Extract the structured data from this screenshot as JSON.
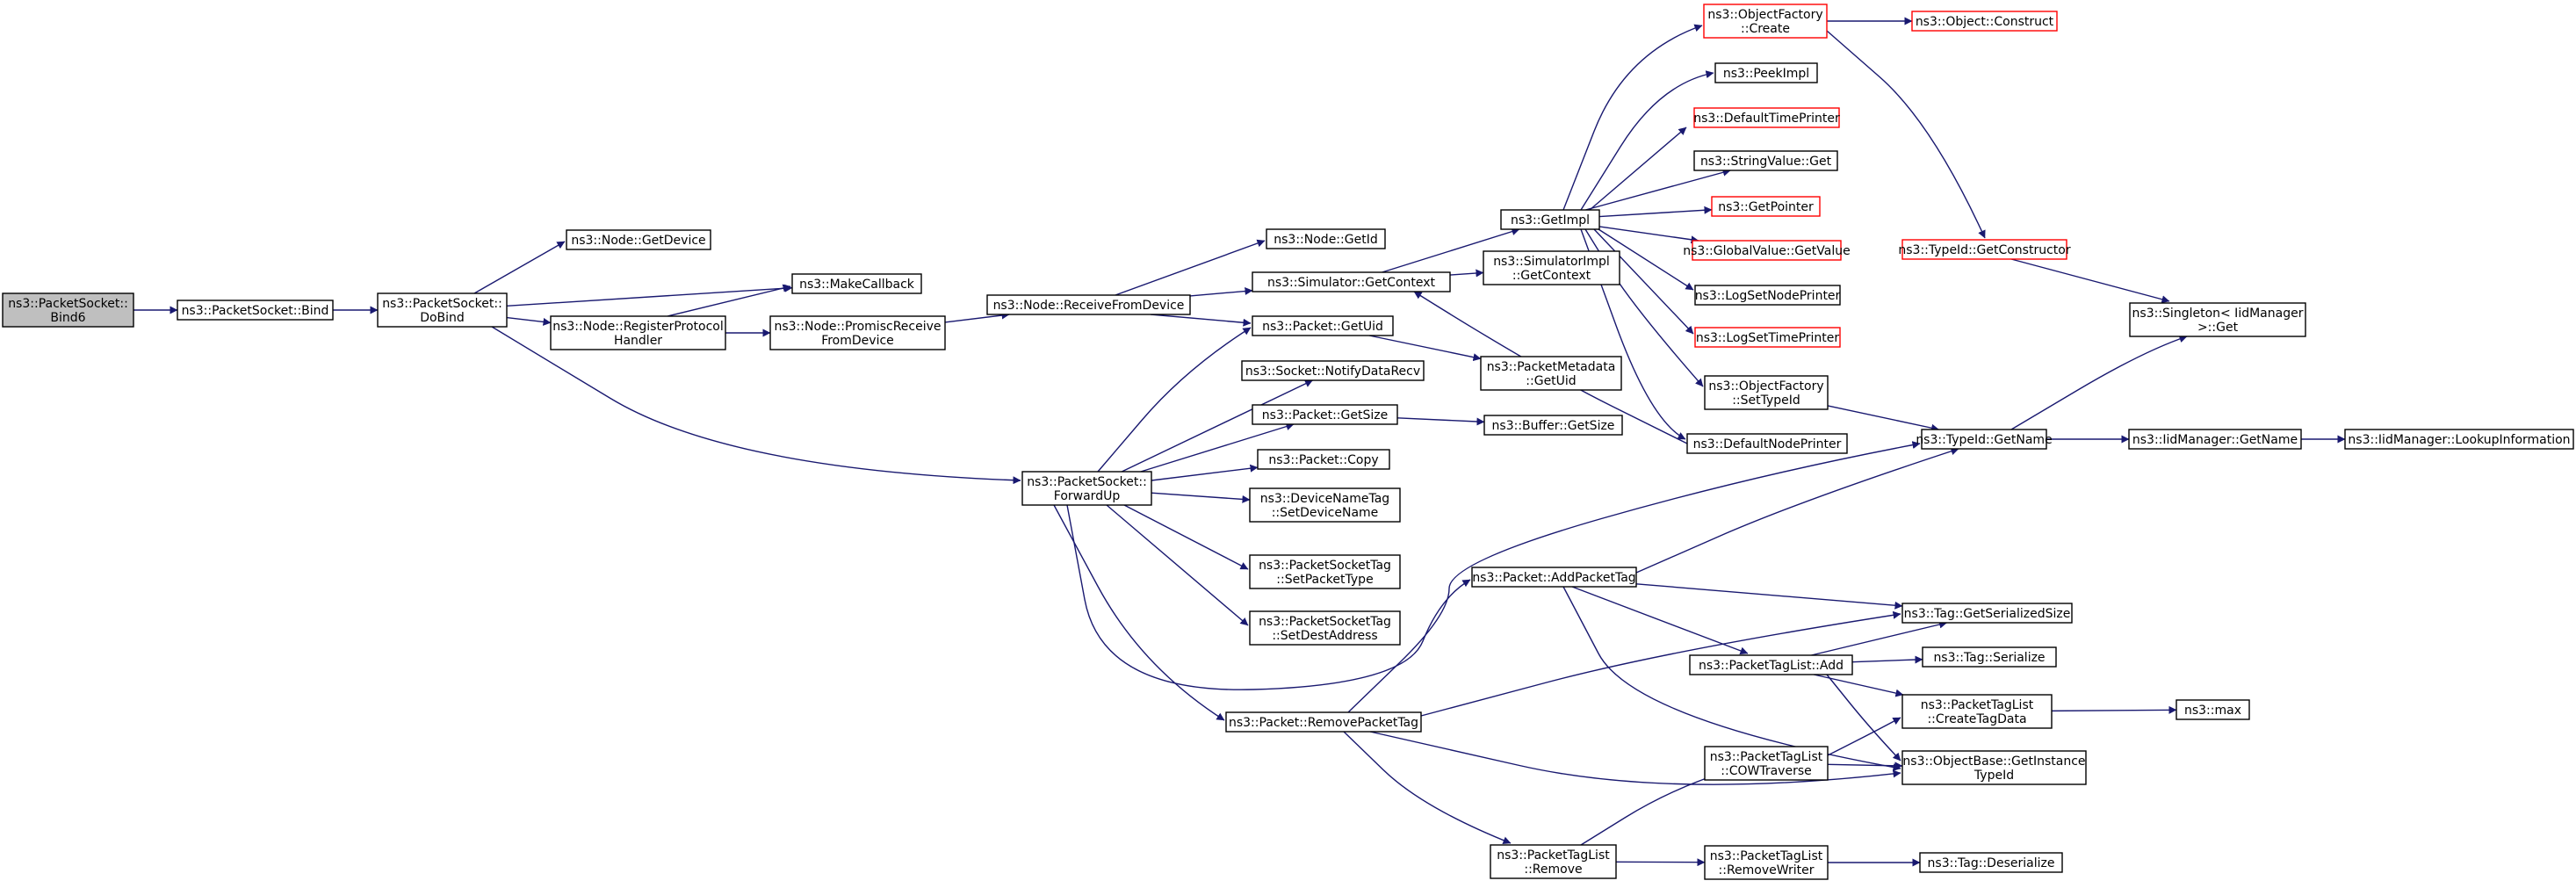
{
  "nodes": [
    {
      "id": "bind6",
      "lines": [
        "ns3::PacketSocket::",
        "Bind6"
      ],
      "style": "root"
    },
    {
      "id": "bind",
      "lines": [
        "ns3::PacketSocket::Bind"
      ]
    },
    {
      "id": "dobind",
      "lines": [
        "ns3::PacketSocket::",
        "DoBind"
      ]
    },
    {
      "id": "getdevice",
      "lines": [
        "ns3::Node::GetDevice"
      ]
    },
    {
      "id": "makecallback",
      "lines": [
        "ns3::MakeCallback"
      ]
    },
    {
      "id": "regproto",
      "lines": [
        "ns3::Node::RegisterProtocol",
        "Handler"
      ]
    },
    {
      "id": "promisc",
      "lines": [
        "ns3::Node::PromiscReceive",
        "FromDevice"
      ]
    },
    {
      "id": "recvfromdev",
      "lines": [
        "ns3::Node::ReceiveFromDevice"
      ]
    },
    {
      "id": "getid",
      "lines": [
        "ns3::Node::GetId"
      ]
    },
    {
      "id": "getcontext",
      "lines": [
        "ns3::Simulator::GetContext"
      ]
    },
    {
      "id": "getuid",
      "lines": [
        "ns3::Packet::GetUid"
      ]
    },
    {
      "id": "notifydata",
      "lines": [
        "ns3::Socket::NotifyDataRecv"
      ]
    },
    {
      "id": "getsize",
      "lines": [
        "ns3::Packet::GetSize"
      ]
    },
    {
      "id": "copy",
      "lines": [
        "ns3::Packet::Copy"
      ]
    },
    {
      "id": "devnametag",
      "lines": [
        "ns3::DeviceNameTag",
        "::SetDeviceName"
      ]
    },
    {
      "id": "pstpacket",
      "lines": [
        "ns3::PacketSocketTag",
        "::SetPacketType"
      ]
    },
    {
      "id": "pstdest",
      "lines": [
        "ns3::PacketSocketTag",
        "::SetDestAddress"
      ]
    },
    {
      "id": "forwardup",
      "lines": [
        "ns3::PacketSocket::",
        "ForwardUp"
      ]
    },
    {
      "id": "removetag",
      "lines": [
        "ns3::Packet::RemovePacketTag"
      ]
    },
    {
      "id": "getimpl",
      "lines": [
        "ns3::GetImpl"
      ]
    },
    {
      "id": "simimplctx",
      "lines": [
        "ns3::SimulatorImpl",
        "::GetContext"
      ]
    },
    {
      "id": "pmgetuid",
      "lines": [
        "ns3::PacketMetadata",
        "::GetUid"
      ]
    },
    {
      "id": "bufgetsize",
      "lines": [
        "ns3::Buffer::GetSize"
      ]
    },
    {
      "id": "addtag",
      "lines": [
        "ns3::Packet::AddPacketTag"
      ]
    },
    {
      "id": "ptlremove",
      "lines": [
        "ns3::PacketTagList",
        "::Remove"
      ]
    },
    {
      "id": "ofcreate",
      "lines": [
        "ns3::ObjectFactory",
        "::Create"
      ],
      "style": "red"
    },
    {
      "id": "peekimpl",
      "lines": [
        "ns3::PeekImpl"
      ]
    },
    {
      "id": "deftimeprinter",
      "lines": [
        "ns3::DefaultTimePrinter"
      ],
      "style": "red"
    },
    {
      "id": "stringget",
      "lines": [
        "ns3::StringValue::Get"
      ]
    },
    {
      "id": "getpointer",
      "lines": [
        "ns3::GetPointer"
      ],
      "style": "red"
    },
    {
      "id": "gvgetvalue",
      "lines": [
        "ns3::GlobalValue::GetValue"
      ],
      "style": "red"
    },
    {
      "id": "lognodeprinter",
      "lines": [
        "ns3::LogSetNodePrinter"
      ]
    },
    {
      "id": "logtimeprinter",
      "lines": [
        "ns3::LogSetTimePrinter"
      ],
      "style": "red"
    },
    {
      "id": "ofsettypeid",
      "lines": [
        "ns3::ObjectFactory",
        "::SetTypeId"
      ]
    },
    {
      "id": "defnodeprinter",
      "lines": [
        "ns3::DefaultNodePrinter"
      ]
    },
    {
      "id": "ptladd",
      "lines": [
        "ns3::PacketTagList::Add"
      ]
    },
    {
      "id": "ptlcow",
      "lines": [
        "ns3::PacketTagList",
        "::COWTraverse"
      ]
    },
    {
      "id": "ptlremwriter",
      "lines": [
        "ns3::PacketTagList",
        "::RemoveWriter"
      ]
    },
    {
      "id": "objconstruct",
      "lines": [
        "ns3::Object::Construct"
      ],
      "style": "red"
    },
    {
      "id": "tigetctor",
      "lines": [
        "ns3::TypeId::GetConstructor"
      ],
      "style": "red"
    },
    {
      "id": "tigetname",
      "lines": [
        "ns3::TypeId::GetName"
      ]
    },
    {
      "id": "taggetser",
      "lines": [
        "ns3::Tag::GetSerializedSize"
      ]
    },
    {
      "id": "tagser",
      "lines": [
        "ns3::Tag::Serialize"
      ]
    },
    {
      "id": "ptlcreate",
      "lines": [
        "ns3::PacketTagList",
        "::CreateTagData"
      ]
    },
    {
      "id": "obgetinst",
      "lines": [
        "ns3::ObjectBase::GetInstance",
        "TypeId"
      ]
    },
    {
      "id": "tagdeser",
      "lines": [
        "ns3::Tag::Deserialize"
      ]
    },
    {
      "id": "singleton",
      "lines": [
        "ns3::Singleton< IidManager",
        " >::Get"
      ]
    },
    {
      "id": "iidgetname",
      "lines": [
        "ns3::IidManager::GetName"
      ]
    },
    {
      "id": "max",
      "lines": [
        "ns3::max"
      ]
    },
    {
      "id": "iidlookup",
      "lines": [
        "ns3::IidManager::LookupInformation"
      ]
    }
  ],
  "edges": [
    [
      "bind6",
      "bind"
    ],
    [
      "bind",
      "dobind"
    ],
    [
      "dobind",
      "getdevice"
    ],
    [
      "dobind",
      "makecallback"
    ],
    [
      "dobind",
      "regproto"
    ],
    [
      "dobind",
      "forwardup"
    ],
    [
      "regproto",
      "makecallback"
    ],
    [
      "regproto",
      "promisc"
    ],
    [
      "promisc",
      "recvfromdev"
    ],
    [
      "recvfromdev",
      "getid"
    ],
    [
      "recvfromdev",
      "getcontext"
    ],
    [
      "recvfromdev",
      "getuid"
    ],
    [
      "getcontext",
      "getimpl"
    ],
    [
      "getcontext",
      "simimplctx"
    ],
    [
      "getuid",
      "pmgetuid"
    ],
    [
      "getsize",
      "bufgetsize"
    ],
    [
      "forwardup",
      "getuid"
    ],
    [
      "forwardup",
      "notifydata"
    ],
    [
      "forwardup",
      "getsize"
    ],
    [
      "forwardup",
      "copy"
    ],
    [
      "forwardup",
      "devnametag"
    ],
    [
      "forwardup",
      "pstpacket"
    ],
    [
      "forwardup",
      "pstdest"
    ],
    [
      "forwardup",
      "addtag"
    ],
    [
      "forwardup",
      "removetag"
    ],
    [
      "getimpl",
      "ofcreate"
    ],
    [
      "getimpl",
      "peekimpl"
    ],
    [
      "getimpl",
      "deftimeprinter"
    ],
    [
      "getimpl",
      "stringget"
    ],
    [
      "getimpl",
      "getpointer"
    ],
    [
      "getimpl",
      "gvgetvalue"
    ],
    [
      "getimpl",
      "lognodeprinter"
    ],
    [
      "getimpl",
      "logtimeprinter"
    ],
    [
      "getimpl",
      "ofsettypeid"
    ],
    [
      "getimpl",
      "defnodeprinter"
    ],
    [
      "defnodeprinter",
      "getcontext"
    ],
    [
      "ofcreate",
      "objconstruct"
    ],
    [
      "ofcreate",
      "tigetctor"
    ],
    [
      "ofsettypeid",
      "tigetname"
    ],
    [
      "tigetctor",
      "singleton"
    ],
    [
      "tigetname",
      "singleton"
    ],
    [
      "tigetname",
      "iidgetname"
    ],
    [
      "iidgetname",
      "iidlookup"
    ],
    [
      "addtag",
      "tigetname"
    ],
    [
      "addtag",
      "taggetser"
    ],
    [
      "addtag",
      "ptladd"
    ],
    [
      "addtag",
      "obgetinst"
    ],
    [
      "ptladd",
      "taggetser"
    ],
    [
      "ptladd",
      "tagser"
    ],
    [
      "ptladd",
      "ptlcreate"
    ],
    [
      "ptladd",
      "obgetinst"
    ],
    [
      "ptlcreate",
      "max"
    ],
    [
      "removetag",
      "tigetname"
    ],
    [
      "removetag",
      "taggetser"
    ],
    [
      "removetag",
      "obgetinst"
    ],
    [
      "removetag",
      "ptlremove"
    ],
    [
      "ptlremove",
      "ptlcow"
    ],
    [
      "ptlremove",
      "ptlremwriter"
    ],
    [
      "ptlcow",
      "ptlcreate"
    ],
    [
      "ptlcow",
      "obgetinst"
    ],
    [
      "ptlremwriter",
      "tagdeser"
    ]
  ],
  "colors": {
    "edge": "#191970",
    "node_border": "#000000",
    "node_border_link": "#ff0000",
    "root_fill": "#bfbfbf"
  }
}
